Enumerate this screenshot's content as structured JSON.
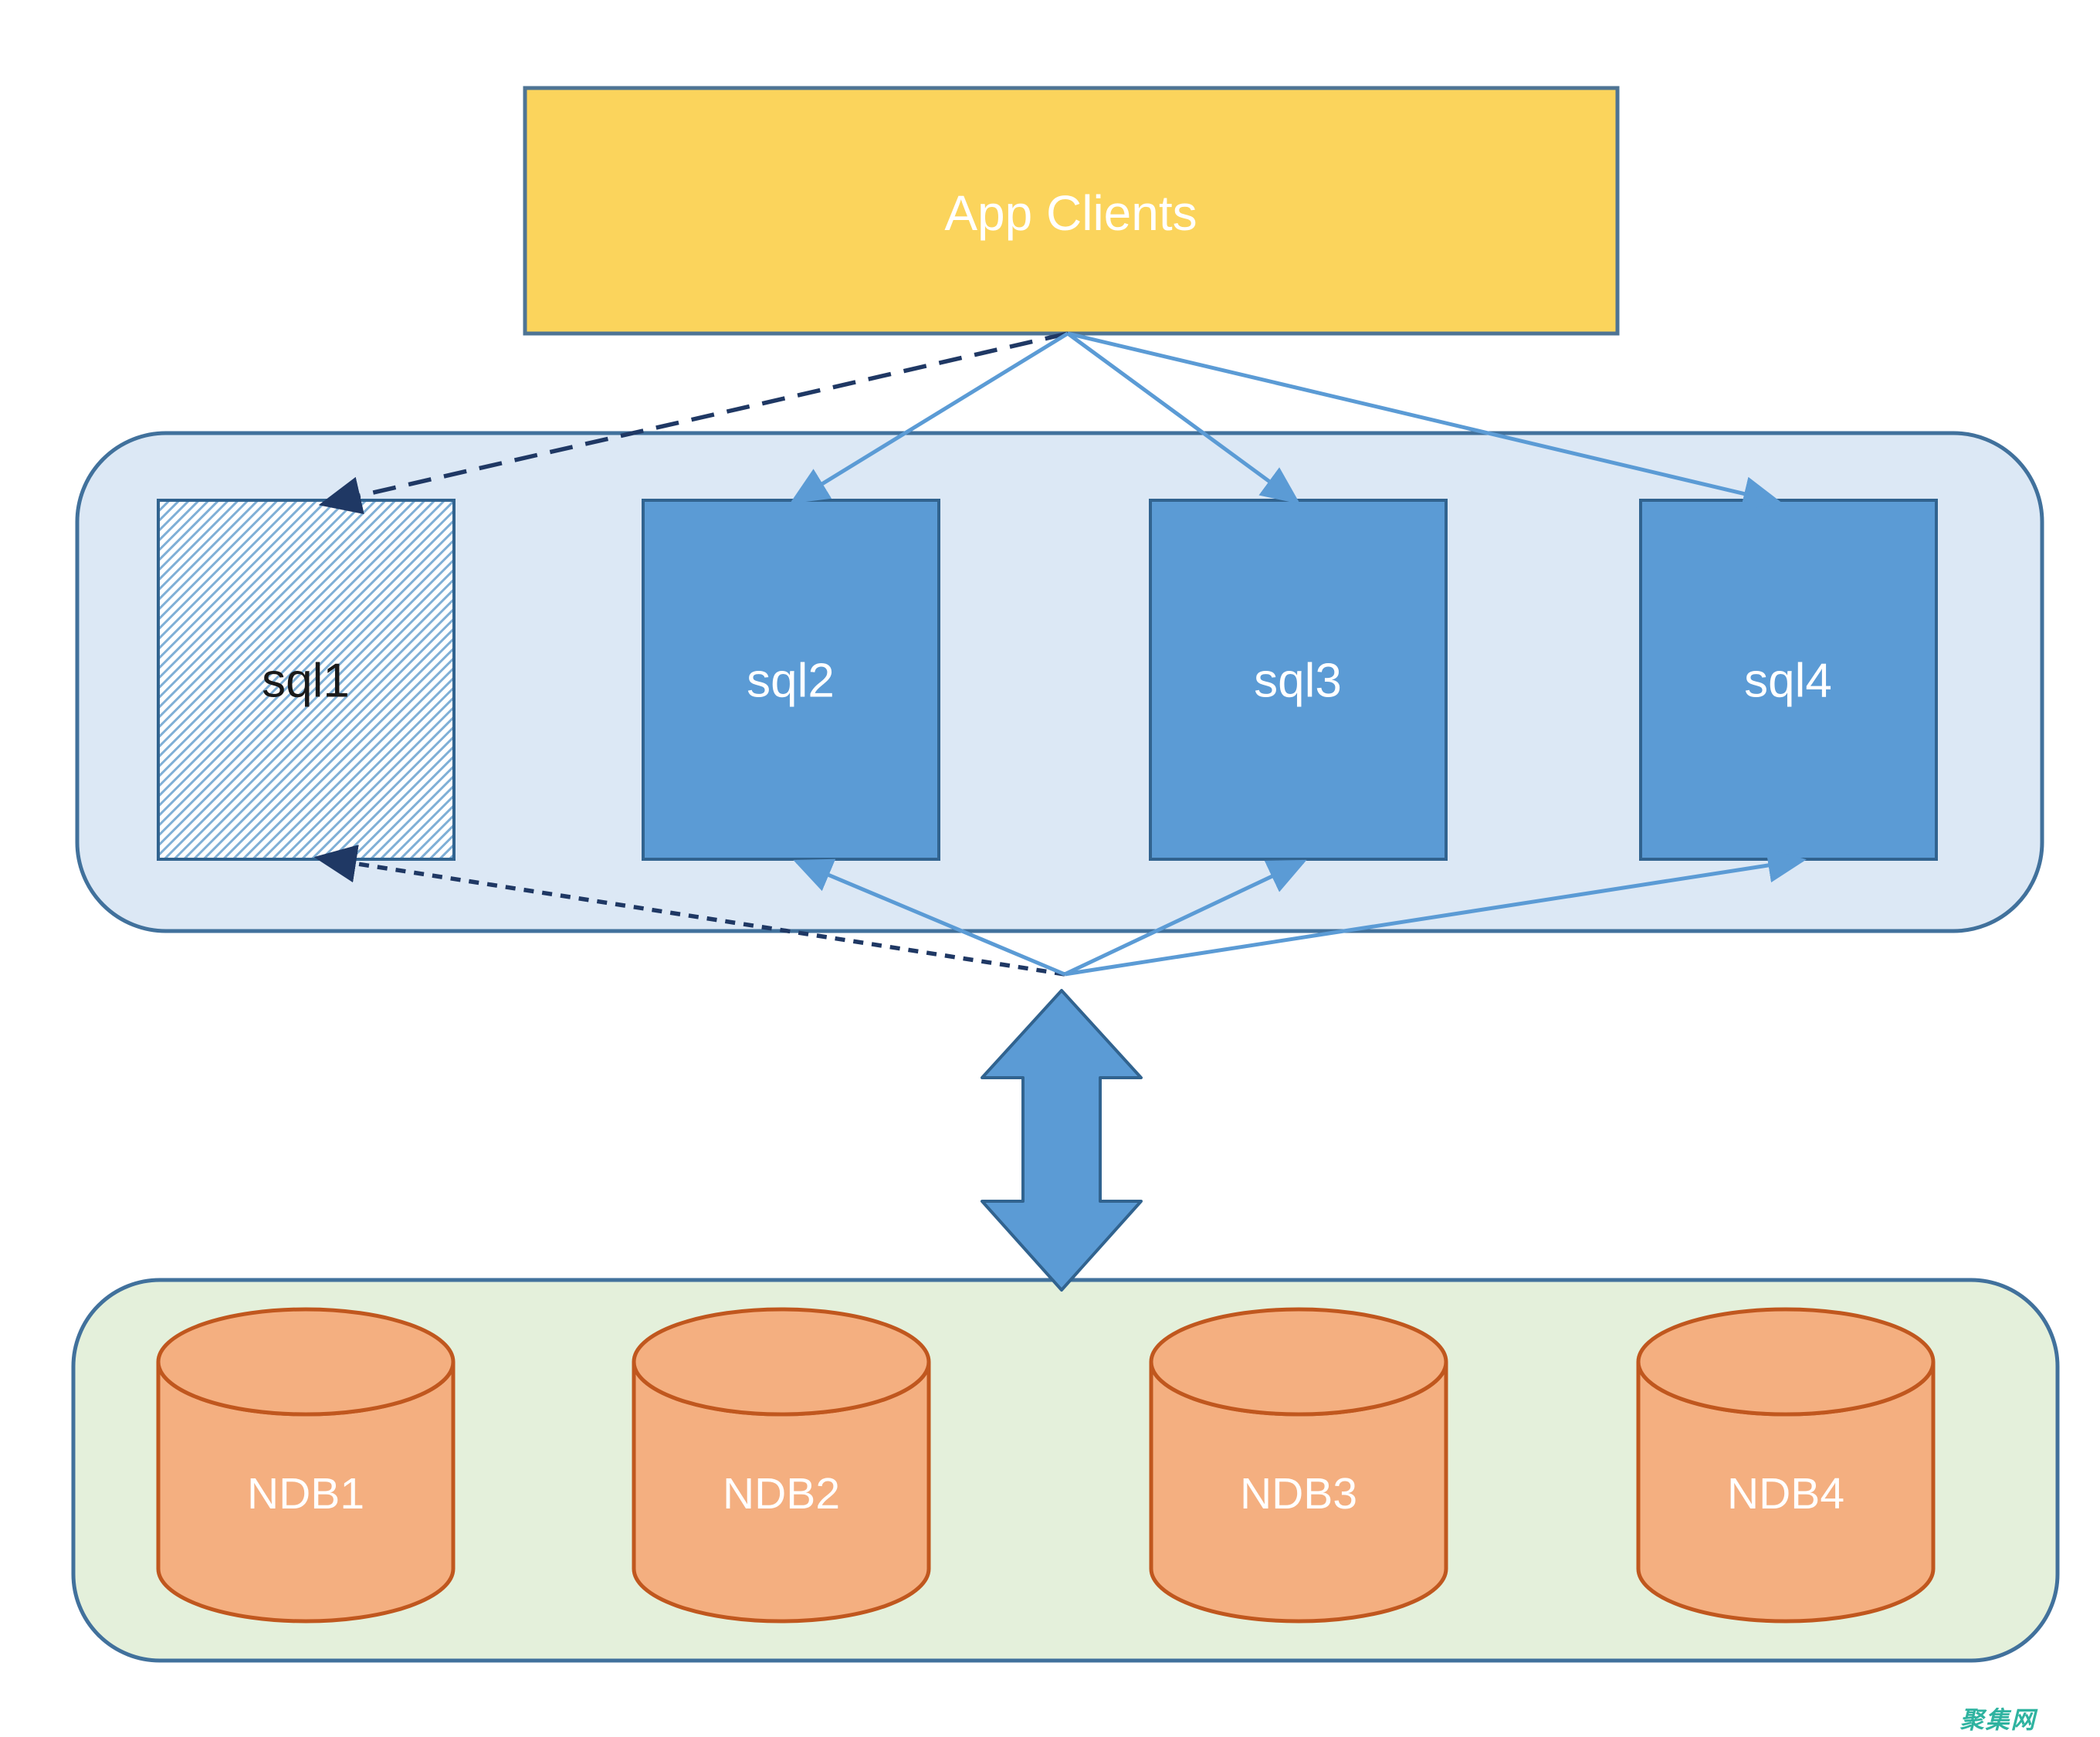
{
  "diagram": {
    "app_clients_label": "App Clients",
    "sql_nodes": [
      "sql1",
      "sql2",
      "sql3",
      "sql4"
    ],
    "ndb_nodes": [
      "NDB1",
      "NDB2",
      "NDB3",
      "NDB4"
    ],
    "watermark": "聚集网",
    "connections": [
      {
        "from": "App Clients",
        "to": "sql1",
        "style": "dashed"
      },
      {
        "from": "App Clients",
        "to": "sql2",
        "style": "solid"
      },
      {
        "from": "App Clients",
        "to": "sql3",
        "style": "solid"
      },
      {
        "from": "App Clients",
        "to": "sql4",
        "style": "solid"
      },
      {
        "from": "ndb-cluster-link",
        "to": "sql1",
        "style": "dashed"
      },
      {
        "from": "ndb-cluster-link",
        "to": "sql2",
        "style": "solid"
      },
      {
        "from": "ndb-cluster-link",
        "to": "sql3",
        "style": "solid"
      },
      {
        "from": "ndb-cluster-link",
        "to": "sql4",
        "style": "solid"
      },
      {
        "from": "sql-tier",
        "to": "ndb-tier",
        "style": "thick-double-arrow"
      }
    ]
  },
  "colors": {
    "yellow_fill": "#FBD45C",
    "yellow_border": "#4E7494",
    "tier_border": "#41719C",
    "sql_tier_fill": "#DCE8F5",
    "ndb_tier_fill": "#E4F0DB",
    "sql_fill": "#5B9BD5",
    "sql_border": "#31638F",
    "hatch_line": "#7FAFD6",
    "cyl_fill": "#F4AF80",
    "cyl_border": "#C0571E",
    "solid_arrow": "#5B9BD5",
    "dashed_arrow": "#1F3864",
    "label_light": "#FFFFFF",
    "label_dark": "#1A1A1A",
    "watermark_color": "#2FB3A0"
  }
}
